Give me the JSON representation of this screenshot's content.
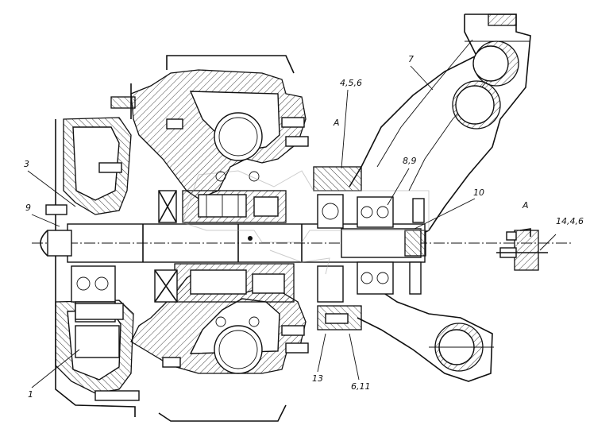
{
  "callouts": [
    {
      "id": "c1",
      "text": "1"
    },
    {
      "id": "c3",
      "text": "3"
    },
    {
      "id": "c9",
      "text": "9"
    },
    {
      "id": "c7",
      "text": "7"
    },
    {
      "id": "c456",
      "text": "4,5,6"
    },
    {
      "id": "c89",
      "text": "8,9"
    },
    {
      "id": "c10",
      "text": "10"
    },
    {
      "id": "c13",
      "text": "13"
    },
    {
      "id": "c611",
      "text": "6,11"
    },
    {
      "id": "cA",
      "text": "A"
    },
    {
      "id": "cA2",
      "text": "A"
    },
    {
      "id": "c1446",
      "text": "14,4,6"
    }
  ]
}
